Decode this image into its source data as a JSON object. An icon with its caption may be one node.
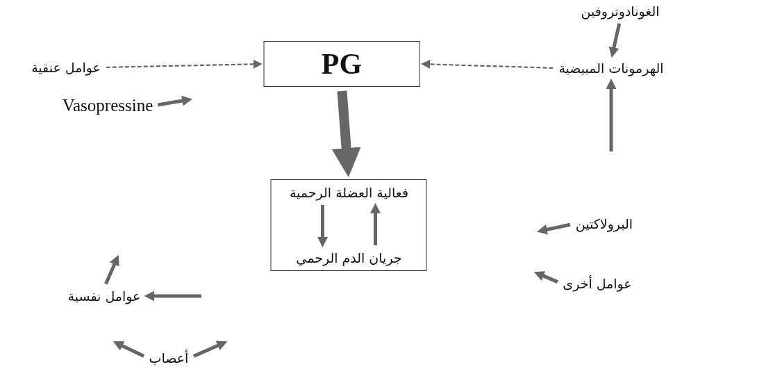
{
  "diagram": {
    "nodes": [
      {
        "text": [
          "PG"
        ]
      },
      {
        "text": [],
        "shape": "box"
      },
      {
        "text": [
          "فعالية العضلة الرحمية"
        ],
        "in": 1
      },
      {
        "text": [
          "جريان الدم الرحمي"
        ],
        "in": 1
      },
      {
        "text": [
          "الغونادوتروفين"
        ]
      },
      {
        "text": [
          "الهرمونات المبيضية"
        ]
      },
      {
        "text": [
          "عوامل عنقية"
        ]
      },
      {
        "text": [
          "Vasopressine"
        ]
      },
      {
        "text": [
          "البرولاكتين"
        ]
      },
      {
        "text": [
          "عوامل أخرى"
        ]
      },
      {
        "text": [
          "عوامل نفسية"
        ]
      },
      {
        "text": [
          "أعصاب"
        ]
      }
    ],
    "edges": [
      {
        "from": 4,
        "to": 5,
        "arrow": "to"
      },
      {
        "from": 5,
        "to": 0,
        "arrow": "to",
        "style": "dashed"
      },
      {
        "from": 6,
        "to": 0,
        "arrow": "to",
        "style": "dashed"
      },
      {
        "from": 0,
        "to": 1,
        "arrow": "to",
        "style": "thick"
      },
      {
        "from": 2,
        "to": 3,
        "arrow": "to"
      },
      {
        "from": 3,
        "to": 2,
        "arrow": "to"
      },
      {
        "from": 7,
        "to": null,
        "arrow": "to"
      },
      {
        "from": null,
        "to": 5,
        "arrow": "to"
      },
      {
        "from": 8,
        "to": null,
        "arrow": "to"
      },
      {
        "from": 9,
        "to": null,
        "arrow": "to"
      },
      {
        "from": 10,
        "to": null,
        "arrow": "to"
      },
      {
        "from": null,
        "to": 10,
        "arrow": "to"
      },
      {
        "from": 11,
        "to": null,
        "arrow": "to"
      },
      {
        "from": 11,
        "to": null,
        "arrow": "to"
      }
    ]
  }
}
